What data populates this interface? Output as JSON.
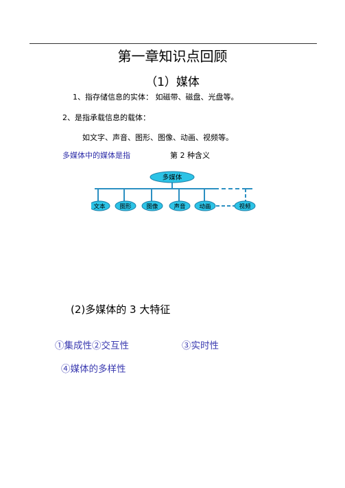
{
  "title": "第一章知识点回顾",
  "section1": {
    "heading": "（1）媒体",
    "line1": "1、指存储信息的实体：  如磁带、磁盘、光盘等。",
    "line2": "2、是指承载信息的载体：",
    "line3": "如文字、声音、图形、图像、动画、视频等。",
    "note_blue": "多媒体中的媒体是指",
    "note_black": "第 2 种含义"
  },
  "diagram": {
    "root": "多媒体",
    "children": [
      "文本",
      "图形",
      "图像",
      "声音",
      "动画",
      "视频"
    ],
    "colors": {
      "node_fill": "#2cc3e6",
      "node_stroke": "#1b7fa8",
      "line": "#2a8fc2"
    }
  },
  "section2": {
    "heading": "(2)多媒体的 3 大特征",
    "features_line1_a": "①集成性②交互性",
    "features_line1_b": "③实时性",
    "features_line2": "④媒体的多样性"
  }
}
